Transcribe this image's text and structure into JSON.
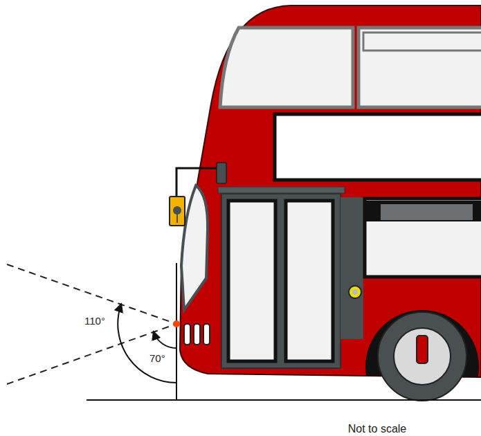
{
  "diagram": {
    "labels": [
      "110°",
      "70°",
      "Not to scale"
    ]
  }
}
